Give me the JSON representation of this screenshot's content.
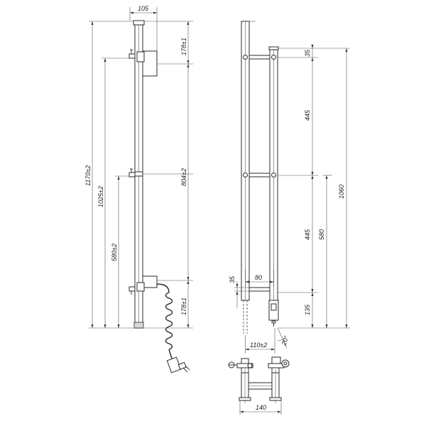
{
  "dimensions": {
    "width_top": "105",
    "side_top": "178±1",
    "side_bottom": "178±1",
    "mid": "804±2",
    "total_height": "1170±2",
    "height_1025": "1025±2",
    "height_580": "580±2",
    "front_top": "35",
    "front_445_upper": "445",
    "front_445_lower": "445",
    "front_1060": "1060",
    "front_580": "580",
    "front_80": "80",
    "front_35": "35",
    "front_135": "135",
    "front_110": "110±2",
    "angle_20": "20°",
    "bottom_140": "140"
  }
}
